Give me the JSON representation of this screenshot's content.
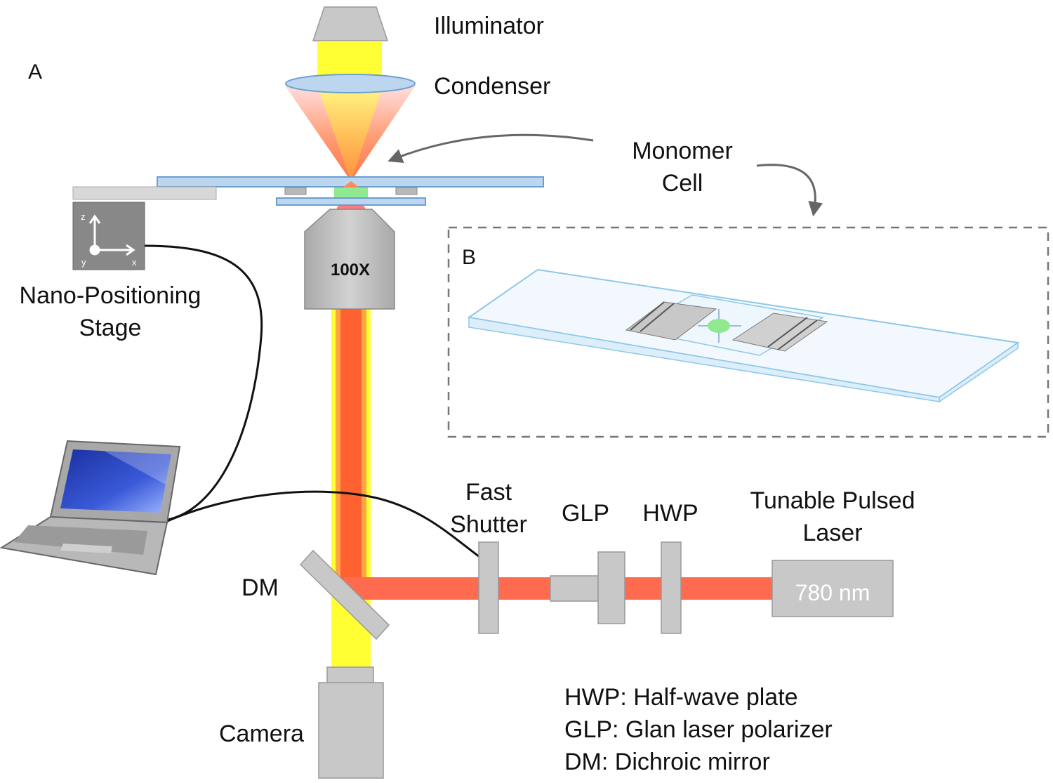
{
  "panels": {
    "a": "A",
    "b": "B"
  },
  "labels": {
    "illuminator": "Illuminator",
    "condenser": "Condenser",
    "monomer_line1": "Monomer",
    "monomer_line2": "Cell",
    "objective": "100X",
    "stage_line1": "Nano-Positioning",
    "stage_line2": "Stage",
    "axis_z": "z",
    "axis_x": "x",
    "axis_y": "y",
    "dm": "DM",
    "camera": "Camera",
    "shutter_line1": "Fast",
    "shutter_line2": "Shutter",
    "glp": "GLP",
    "hwp": "HWP",
    "laser_line1": "Tunable Pulsed",
    "laser_line2": "Laser",
    "wavelength": "780 nm"
  },
  "legend": [
    "HWP: Half-wave plate",
    "GLP: Glan laser polarizer",
    "DM: Dichroic mirror"
  ],
  "colors": {
    "laser_beam": "#ff6b4f",
    "laser_core": "#ff4500",
    "illumination": "#ffff33",
    "component_gray": "#c8c8c8",
    "slide_blue": "#bcd6f0",
    "focus_green": "#90e890",
    "laptop_screen": "#1f3fb8"
  },
  "icons": [
    "laptop-icon",
    "xyz-axes-icon",
    "curved-arrow-icon"
  ]
}
